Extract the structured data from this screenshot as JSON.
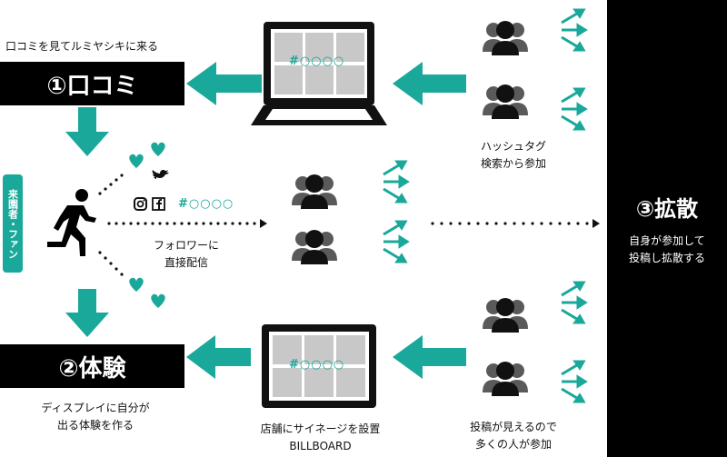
{
  "colors": {
    "teal": "#1aa89a",
    "black": "#000000",
    "person": "#555555",
    "screen_tile": "#c8c8c8"
  },
  "top_caption": "口コミを見てルミヤシキに来る",
  "step1_label": "①口コミ",
  "step2_label": "②体験",
  "step3_label": "③拡散",
  "visitor_label": "来園者・ファン",
  "social_hashtag": "#○○○○",
  "laptop_hashtag": "#○○○○",
  "billboard_hashtag": "#○○○○",
  "follower_caption": {
    "line1": "フォロワーに",
    "line2": "直接配信"
  },
  "hashtag_search_caption": {
    "line1": "ハッシュタグ",
    "line2": "検索から参加"
  },
  "display_caption": {
    "line1": "ディスプレイに自分が",
    "line2": "出る体験を作る"
  },
  "signage_caption": {
    "line1": "店舗にサイネージを設置",
    "line2": "BILLBOARD"
  },
  "post_caption": {
    "line1": "投稿が見えるので",
    "line2": "多くの人が参加"
  },
  "spread_caption": {
    "line1": "自身が参加して",
    "line2": "投稿し拡散する"
  },
  "icons": [
    "twitter-icon",
    "instagram-icon",
    "facebook-icon",
    "heart-icon",
    "runner-icon",
    "laptop-icon",
    "billboard-icon",
    "people-group-icon"
  ]
}
